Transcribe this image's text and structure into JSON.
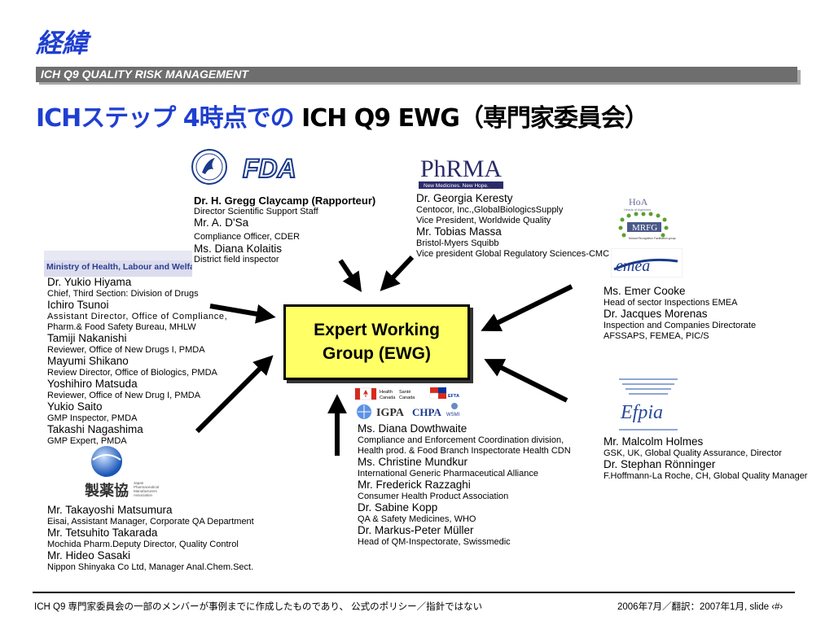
{
  "heading": "経緯",
  "banner": "ICH Q9 QUALITY RISK MANAGEMENT",
  "subtitle": {
    "part1": "ICHステップ 4時点での ",
    "part2": "ICH Q9 EWG（専門家委員会）"
  },
  "ewg_box": {
    "line1": "Expert Working",
    "line2": "Group (EWG)"
  },
  "logos": {
    "fda": "FDA",
    "phrma": "PhRMA",
    "phrma_tagline": "New Medicines. New Hope.",
    "mhlw": "Ministry of Health, Labour and Welfare",
    "hoa": "HoA",
    "hoa_sub": "Heads of Agencies",
    "mrfg": "MRFG",
    "mrfg_sub": "Mutual Recognition Facilitation group",
    "emea": "emea",
    "efpia": "Efpia",
    "jpma": "製薬協",
    "jpma_sub": [
      "Japan",
      "Pharmaceutical",
      "Manufacturers",
      "Association"
    ],
    "health_canada": [
      "Health",
      "Canada"
    ],
    "sante_canada": [
      "Santé",
      "Canada"
    ],
    "efta": "EFTA",
    "igpa": "IGPA",
    "chpa": "CHPA",
    "wsmi": "WSMI"
  },
  "fda_group": [
    {
      "name": "Dr. H. Gregg Claycamp (Rapporteur)",
      "bold": true,
      "role": "Director Scientific Support Staff"
    },
    {
      "name": "Mr. A. D'Sa",
      "role": "Compliance Officer, CDER"
    },
    {
      "name": "Ms. Diana Kolaitis",
      "role": "District field inspector"
    }
  ],
  "phrma_group": [
    {
      "name": "Dr. Georgia Keresty",
      "role": "Centocor, Inc.,GlobalBiologicsSupply",
      "role2": "Vice President, Worldwide Quality"
    },
    {
      "name": "Mr. Tobias Massa",
      "role": "Bristol-Myers Squibb",
      "role2": "Vice president Global Regulatory Sciences-CMC"
    }
  ],
  "mhlw_group": [
    {
      "name": "Dr. Yukio Hiyama",
      "role": "Chief, Third Section: Division of Drugs"
    },
    {
      "name": "Ichiro Tsunoi",
      "role": "Assistant Director, Office of Compliance,",
      "role2": "Pharm.& Food Safety Bureau, MHLW"
    },
    {
      "name": "Tamiji Nakanishi",
      "role": "Reviewer, Office of New Drugs I, PMDA"
    },
    {
      "name": "Mayumi Shikano",
      "role": "Review Director, Office of Biologics, PMDA"
    },
    {
      "name": "Yoshihiro Matsuda",
      "role": "Reviewer, Office of New Drug I, PMDA"
    },
    {
      "name": "Yukio Saito",
      "role": "GMP Inspector, PMDA"
    },
    {
      "name": "Takashi Nagashima",
      "role": "GMP Expert, PMDA"
    }
  ],
  "emea_group": [
    {
      "name": "Ms. Emer Cooke",
      "role": "Head of sector Inspections EMEA"
    },
    {
      "name": "Dr. Jacques Morenas",
      "role": "Inspection and Companies Directorate",
      "role2": "AFSSAPS, FEMEA,  PIC/S"
    }
  ],
  "efpia_group": [
    {
      "name": "Mr. Malcolm Holmes",
      "role": "GSK, UK, Global Quality Assurance, Director"
    },
    {
      "name": "Dr. Stephan Rönninger",
      "role": "F.Hoffmann-La Roche, CH, Global Quality Manager"
    }
  ],
  "jpma_group": [
    {
      "name": "Mr. Takayoshi Matsumura",
      "role": "Eisai, Assistant Manager, Corporate QA Department"
    },
    {
      "name": "Mr. Tetsuhito Takarada",
      "role": "Mochida Pharm.Deputy Director, Quality Control"
    },
    {
      "name": "Mr. Hideo Sasaki",
      "role": "Nippon Shinyaka Co Ltd, Manager Anal.Chem.Sect."
    }
  ],
  "observers_group": [
    {
      "name": "Ms. Diana Dowthwaite",
      "role": "Compliance and Enforcement Coordination division,",
      "role2": "Health prod. & Food Branch Inspectorate Health CDN"
    },
    {
      "name": "Ms. Christine Mundkur",
      "role": "International Generic Pharmaceutical Alliance"
    },
    {
      "name": "Mr. Frederick Razzaghi",
      "role": "Consumer Health Product Association"
    },
    {
      "name": "Dr. Sabine Kopp",
      "role": "QA & Safety Medicines, WHO"
    },
    {
      "name": "Dr. Markus-Peter Müller",
      "role": "Head of QM-Inspectorate, Swissmedic"
    }
  ],
  "footer": {
    "left": "ICH Q9 専門家委員会の一部のメンバーが事例までに作成したものであり、 公式のポリシー／指針ではない",
    "right": "2006年7月／翻訳：2007年1月, slide ‹#›"
  },
  "colors": {
    "heading": "#1f3fd0",
    "banner_bg": "#6e6e6e",
    "ewg_box": "#ffff66",
    "fda_blue": "#1a3a8c",
    "mhlw_blue": "#2a3f8f"
  }
}
